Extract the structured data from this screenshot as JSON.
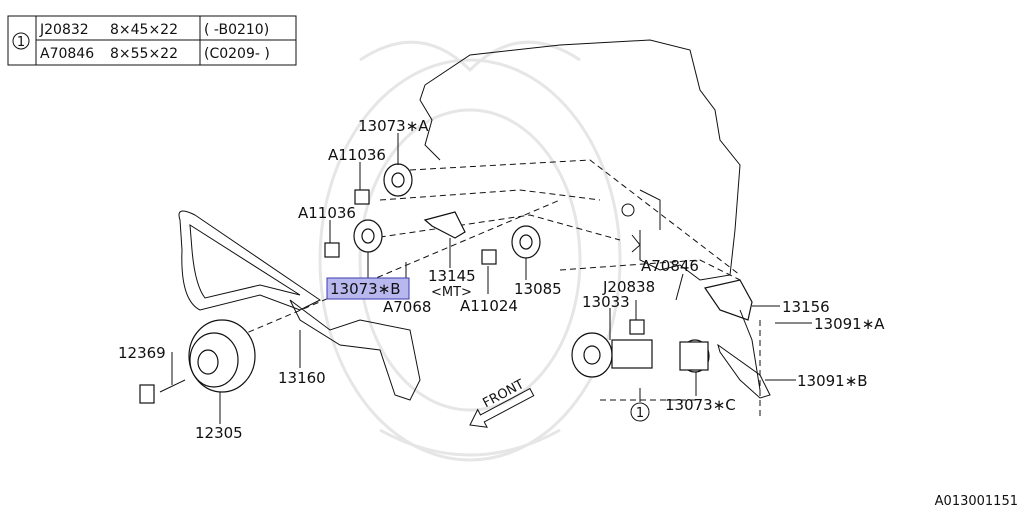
{
  "table": {
    "ref": "1",
    "rows": [
      {
        "part": "J20832",
        "size": "8×45×22",
        "range": "( -B0210)"
      },
      {
        "part": "A70846",
        "size": "8×55×22",
        "range": "(C0209- )"
      }
    ]
  },
  "labels": {
    "p13073a": "13073∗A",
    "p11036a": "A11036",
    "p11036b": "A11036",
    "p13073b": "13073∗B",
    "p7068": "A7068",
    "p13145": "13145",
    "p_mt": "<MT>",
    "p11024": "A11024",
    "p13085": "13085",
    "p70846": "A70846",
    "p20838": "J20838",
    "p13033": "13033",
    "p13156": "13156",
    "p13091a": "13091∗A",
    "p13091b": "13091∗B",
    "p13073c": "13073∗C",
    "p12369": "12369",
    "p12305": "12305",
    "p13160": "13160",
    "ref1": "1",
    "front": "FRONT",
    "code": "A013001151"
  },
  "colors": {
    "highlight_fill": "#b8b8ee",
    "highlight_stroke": "#3b3bb0"
  }
}
